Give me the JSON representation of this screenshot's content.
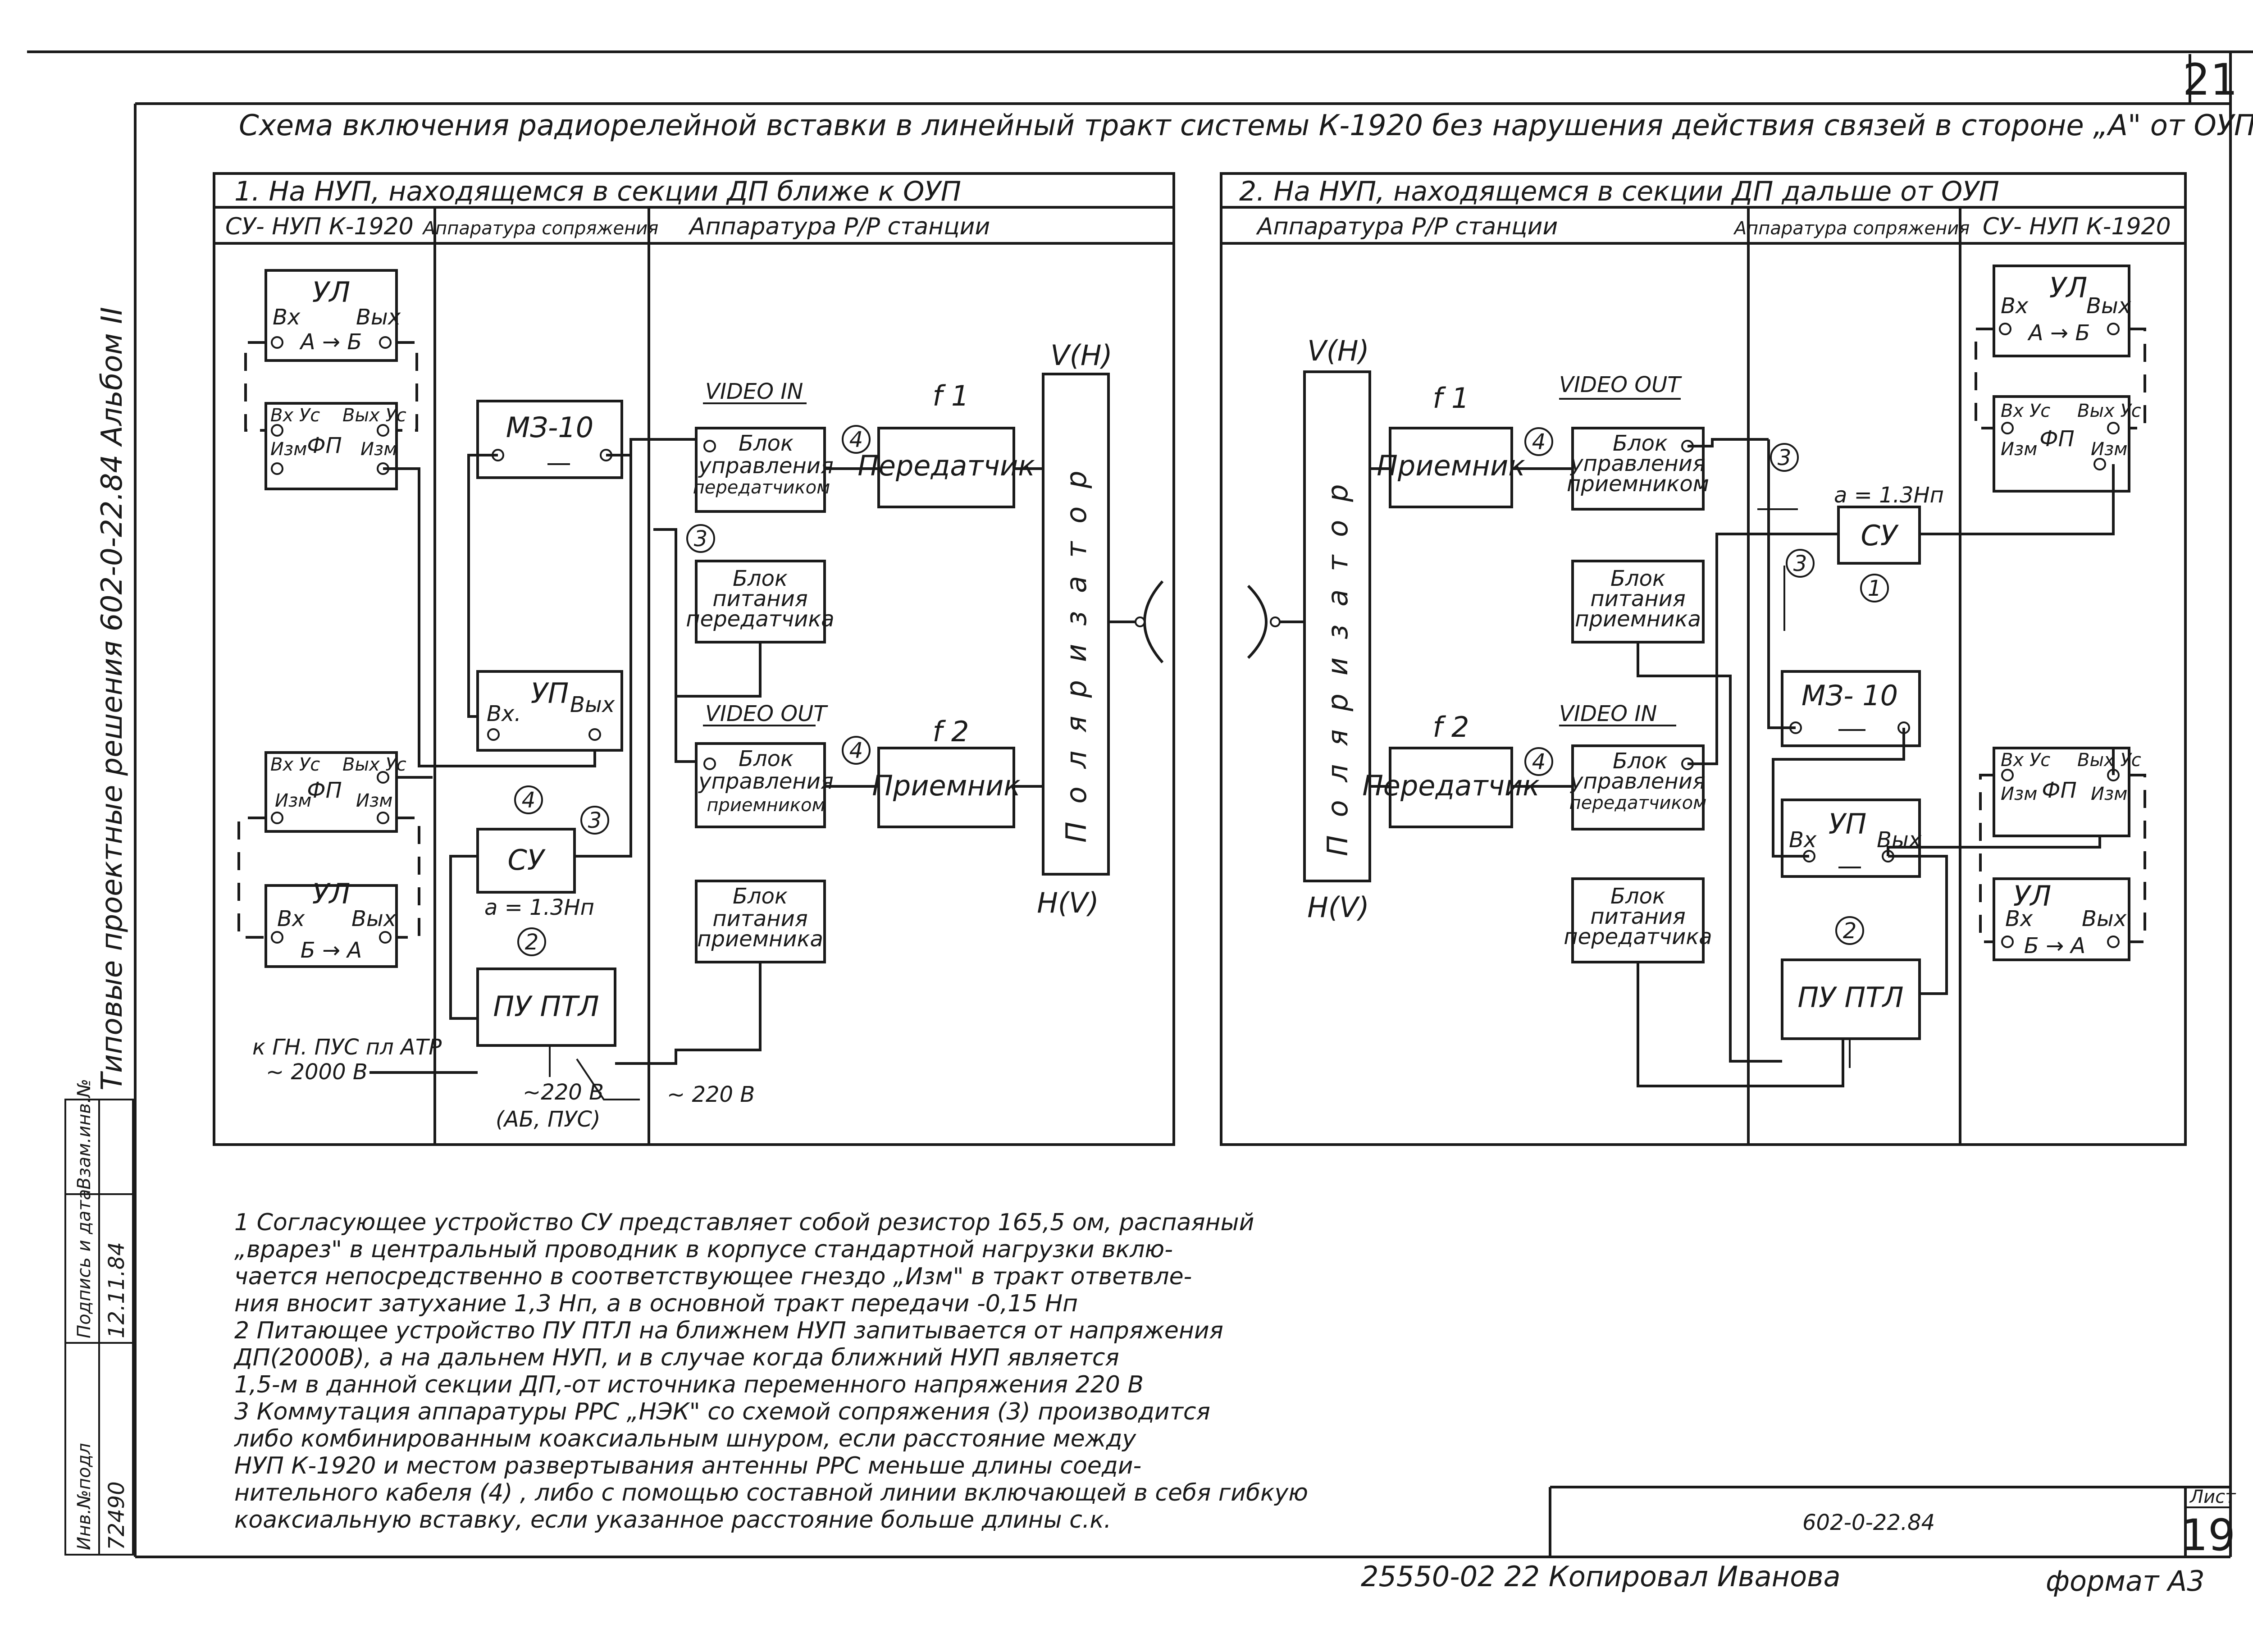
{
  "sheet": {
    "page_number": "21",
    "title": "Схема включения радиорелейной вставки в линейный тракт системы К-1920 без нарушения действия связей в стороне „А\" от ОУП",
    "side_caption": "Типовые проектные решения 602-0-22.84 Альбом II",
    "stamp_labels": [
      "Инв.№подл",
      "Подпись и дата",
      "Взам.инв.№"
    ],
    "stamp_values": [
      "72490",
      "12.11.84",
      ""
    ],
    "doc_code": "602-0-22.84",
    "list_label": "Лист",
    "list_number": "19",
    "footer": "25550-02   22   Копировал  Иванова",
    "format": "формат А3"
  },
  "left": {
    "section_title": "1. На НУП, находящемся в секции ДП ближе к ОУП",
    "col_nup": "СУ- НУП К-1920",
    "col_conj": "Аппаратура сопряжения",
    "col_rr": "Аппаратура Р/Р станции",
    "ul_top": {
      "name": "УЛ",
      "in": "Вх",
      "out": "Вых",
      "dir": "А → Б"
    },
    "fp_top": {
      "in": "Вх Ус",
      "out": "Вых Ус",
      "name": "ФП",
      "izm": "Изм",
      "izm2": "Изм"
    },
    "mz10": "МЗ-10",
    "up": {
      "name": "УП",
      "in": "Вх.",
      "out": "Вых"
    },
    "fp_bot": {
      "in": "Вх Ус",
      "out": "Вых Ус",
      "name": "ФП",
      "izm": "Изм",
      "izm2": "Изм"
    },
    "ul_bot": {
      "name": "УЛ",
      "in": "Вх",
      "out": "Вых",
      "dir": "Б → А"
    },
    "su": "СУ",
    "su_val": "а = 1.3Нп",
    "pu_ptl": "ПУ ПТЛ",
    "video_in": "VIDEO IN",
    "video_out": "VIDEO OUT",
    "bu_tx": [
      "Блок",
      "управления",
      "передатчиком"
    ],
    "bu_rx": [
      "Блок",
      "управления",
      "приемником"
    ],
    "bp_tx": [
      "Блок",
      "питания",
      "передатчика"
    ],
    "bp_rx": [
      "Блок",
      "питания",
      "приемника"
    ],
    "f1": "f 1",
    "f2": "f 2",
    "tx": "Передатчик",
    "rx": "Приемник",
    "polarizer": "Поляризатор",
    "v_h": "V(H)",
    "h_v": "H(V)",
    "feed_label": "к ГН. ПУС пл АТР",
    "feed_volt": "~ 2000 В",
    "ac_220": "~220 В",
    "ac_220_sub": "(АБ, ПУС)",
    "ac_220b": "~ 220 В"
  },
  "right": {
    "section_title": "2. На НУП, находящемся в секции ДП дальше от ОУП",
    "col_rr": "Аппаратура Р/Р станции",
    "col_conj": "Аппаратура сопряжения",
    "col_nup": "СУ- НУП К-1920",
    "v_h": "V(H)",
    "h_v": "H(V)",
    "polarizer": "Поляризатор",
    "f1": "f 1",
    "f2": "f 2",
    "rx": "Приемник",
    "tx": "Передатчик",
    "video_out": "VIDEO OUT",
    "video_in": "VIDEO IN",
    "bu_rx": [
      "Блок",
      "управления",
      "приемником"
    ],
    "bu_tx": [
      "Блок",
      "управления",
      "передатчиком"
    ],
    "bp_rx": [
      "Блок",
      "питания",
      "приемника"
    ],
    "bp_tx": [
      "Блок",
      "питания",
      "передатчика"
    ],
    "su": "СУ",
    "su_val": "а = 1.3Нп",
    "mz10": "МЗ- 10",
    "up": {
      "name": "УП",
      "in": "Вх",
      "out": "Вых"
    },
    "pu_ptl": "ПУ ПТЛ",
    "ul_top": {
      "name": "УЛ",
      "in": "Вх",
      "out": "Вых",
      "dir": "А → Б"
    },
    "fp_top": {
      "in": "Вх Ус",
      "out": "Вых Ус",
      "name": "ФП",
      "izm": "Изм",
      "izm2": "Изм"
    },
    "fp_bot": {
      "in": "Вх Ус",
      "out": "Вых Ус",
      "name": "ФП",
      "izm": "Изм",
      "izm2": "Изм"
    },
    "ul_bot": {
      "name": "УЛ",
      "in": "Вх",
      "out": "Вых.",
      "dir": "Б → А"
    }
  },
  "markers": {
    "n1": "1",
    "n2": "2",
    "n3": "3",
    "n4": "4"
  },
  "notes": [
    "1  Согласующее устройство СУ представляет собой резистор 165,5 ом, распаяный",
    "   „врарез\" в центральный проводник в корпусе стандартной нагрузки вклю-",
    "   чается непосредственно в соответствующее гнездо „Изм\" в тракт ответвле-",
    "   ния вносит затухание 1,3 Нп, а в основной тракт передачи  -0,15 Нп",
    "2  Питающее устройство ПУ ПТЛ на ближнем НУП запитывается от напряжения",
    "   ДП(2000В), а на дальнем НУП, и в случае когда ближний НУП является",
    "   1,5-м в данной секции ДП,-от источника переменного напряжения 220 В",
    "3  Коммутация аппаратуры РРС „НЭК\" со схемой сопряжения (3) производится",
    "   либо комбинированным коаксиальным шнуром, если расстояние между",
    "   НУП К-1920 и местом развертывания антенны РРС меньше длины соеди-",
    "   нительного кабеля (4) , либо с помощью составной линии включающей в себя гибкую",
    "   коаксиальную вставку, если указанное расстояние больше длины с.к."
  ]
}
